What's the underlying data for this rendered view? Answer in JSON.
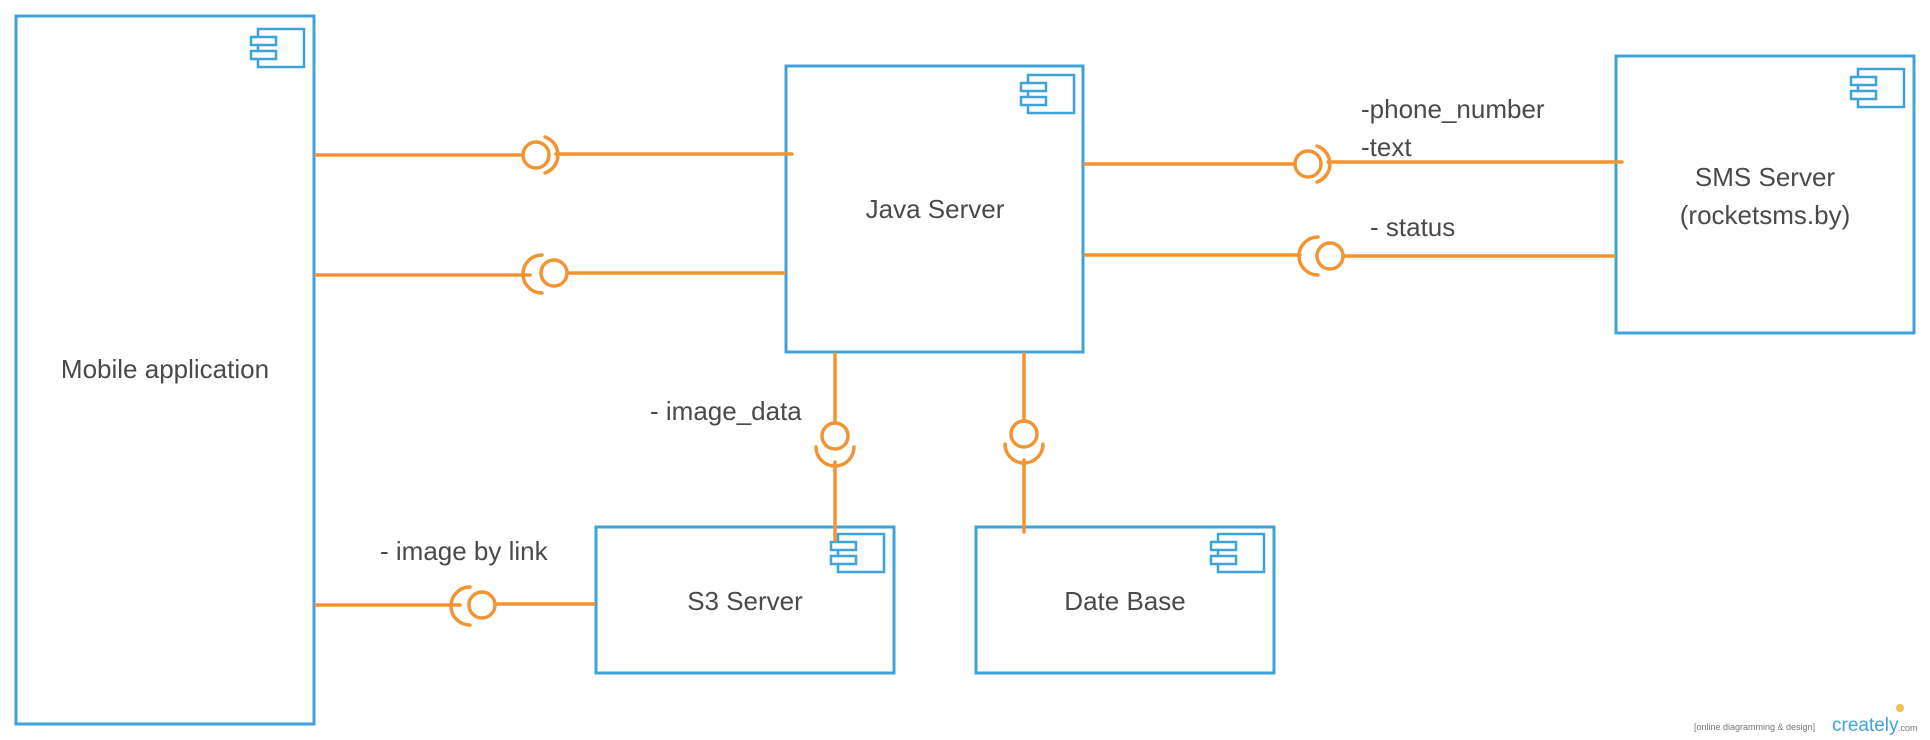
{
  "components": {
    "mobile": {
      "label": "Mobile application"
    },
    "java": {
      "label": "Java Server"
    },
    "sms": {
      "line1": "SMS Server",
      "line2": "(rocketsms.by)"
    },
    "s3": {
      "label": "S3 Server"
    },
    "db": {
      "label": "Date Base"
    }
  },
  "interfaces": {
    "sms_in": {
      "line1": "-phone_number",
      "line2": "-text"
    },
    "sms_out": {
      "label": "- status"
    },
    "image_data": {
      "label": "- image_data"
    },
    "image_link": {
      "label": "- image by link"
    }
  },
  "watermark": {
    "tagline": "[online diagramming & design]",
    "brand": "creately",
    "suffix": ".com"
  },
  "colors": {
    "component_stroke": "#3ea3db",
    "connector": "#f39433",
    "text": "#4a4a4a"
  }
}
